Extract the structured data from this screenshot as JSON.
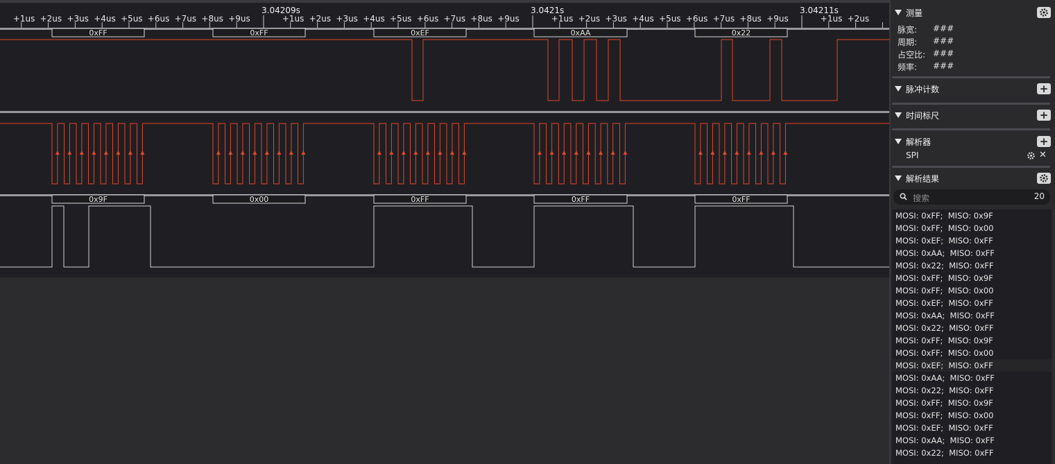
{
  "ruler": {
    "major_labels": [
      "3.04209s",
      "3.0421s",
      "3.04211s"
    ],
    "minor_labels": [
      "+1us",
      "+2us",
      "+3us",
      "+4us",
      "+5us",
      "+6us",
      "+7us",
      "+8us",
      "+9us"
    ]
  },
  "channels": {
    "mosi_decodes": [
      "0xFF",
      "0xFF",
      "0xEF",
      "0xAA",
      "0x22"
    ],
    "miso_decodes": [
      "0x9F",
      "0x00",
      "0xFF",
      "0xFF",
      "0xFF"
    ],
    "colors": {
      "signal_red": "#e2462a",
      "signal_white": "#d0d0d0",
      "background": "#1f1f23"
    }
  },
  "sidebar": {
    "measure": {
      "title": "测量",
      "rows": [
        {
          "label": "脉宽:",
          "value": "###"
        },
        {
          "label": "周期:",
          "value": "###"
        },
        {
          "label": "占空比:",
          "value": "###"
        },
        {
          "label": "频率:",
          "value": "###"
        }
      ]
    },
    "pulse_count": {
      "title": "脉冲计数"
    },
    "time_ruler": {
      "title": "时间标尺"
    },
    "decoder": {
      "title": "解析器",
      "item": "SPI"
    },
    "results": {
      "title": "解析结果",
      "search_placeholder": "搜索",
      "count": "20",
      "rows": [
        "MOSI: 0xFF;  MISO: 0x9F",
        "MOSI: 0xFF;  MISO: 0x00",
        "MOSI: 0xEF;  MISO: 0xFF",
        "MOSI: 0xAA;  MISO: 0xFF",
        "MOSI: 0x22;  MISO: 0xFF",
        "MOSI: 0xFF;  MISO: 0x9F",
        "MOSI: 0xFF;  MISO: 0x00",
        "MOSI: 0xEF;  MISO: 0xFF",
        "MOSI: 0xAA;  MISO: 0xFF",
        "MOSI: 0x22;  MISO: 0xFF",
        "MOSI: 0xFF;  MISO: 0x9F",
        "MOSI: 0xFF;  MISO: 0x00",
        "MOSI: 0xEF;  MISO: 0xFF",
        "MOSI: 0xAA;  MISO: 0xFF",
        "MOSI: 0x22;  MISO: 0xFF",
        "MOSI: 0xFF;  MISO: 0x9F",
        "MOSI: 0xFF;  MISO: 0x00",
        "MOSI: 0xEF;  MISO: 0xFF",
        "MOSI: 0xAA;  MISO: 0xFF",
        "MOSI: 0x22;  MISO: 0xFF"
      ]
    }
  }
}
